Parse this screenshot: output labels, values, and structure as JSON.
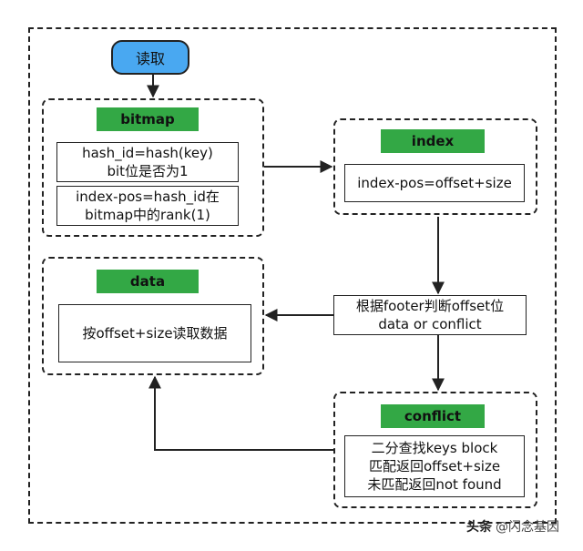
{
  "start": {
    "label": "读取"
  },
  "bitmap": {
    "title": "bitmap",
    "box1": [
      "hash_id=hash(key)",
      "bit位是否为1"
    ],
    "box2": [
      "index-pos=hash_id在",
      "bitmap中的rank(1)"
    ]
  },
  "index": {
    "title": "index",
    "box": [
      "index-pos=offset+size"
    ]
  },
  "decision": {
    "lines": [
      "根据footer判断offset位",
      "data or conflict"
    ]
  },
  "data": {
    "title": "data",
    "box": [
      "按offset+size读取数据"
    ]
  },
  "conflict": {
    "title": "conflict",
    "box": [
      "二分查找keys block",
      "匹配返回offset+size",
      "未匹配返回not found"
    ]
  },
  "footer": {
    "logo": "头条",
    "text": "@闪念基因"
  }
}
